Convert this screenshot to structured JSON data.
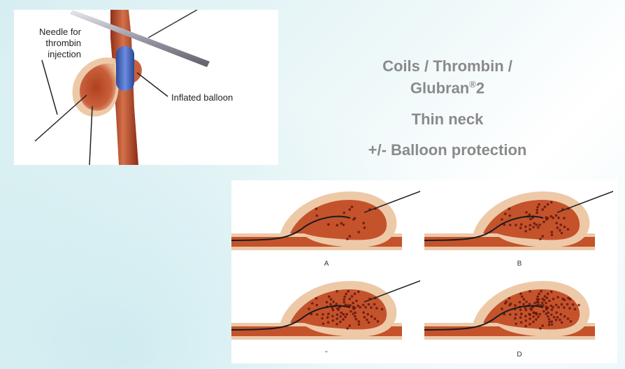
{
  "illustration": {
    "needle_label_line1": "Needle for",
    "needle_label_line2": "thrombin",
    "needle_label_line3": "injection",
    "balloon_label": "Inflated balloon"
  },
  "title": {
    "line1": "Coils / Thrombin /",
    "line2_prefix": "Glubran",
    "line2_mark": "®",
    "line2_suffix": "2",
    "subtitle": "Thin neck",
    "third": "+/- Balloon protection"
  },
  "panels": [
    {
      "letter": "A"
    },
    {
      "letter": "B"
    },
    {
      "letter": "˘"
    },
    {
      "letter": "D"
    }
  ],
  "colors": {
    "text_gray": "#8a8a8a",
    "artery": "#c0542f",
    "aneurysm_wall": "#edc9a8",
    "balloon": "#3d5fb5"
  }
}
